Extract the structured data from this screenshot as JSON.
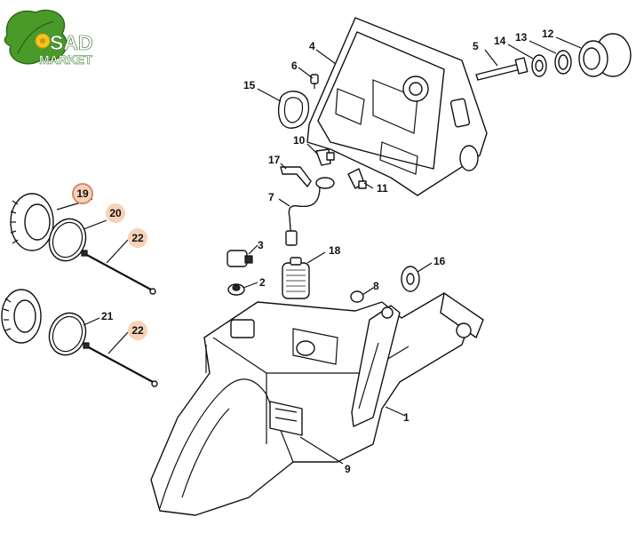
{
  "logo": {
    "line1": "SAD",
    "line2": "MARKET"
  },
  "colors": {
    "highlight_fill": "#f8d2b6",
    "highlight_stroke": "#d9896a",
    "logo_green": "#4a9a2a",
    "logo_dark": "#2f6b1c",
    "logo_yellow": "#f3c51d"
  },
  "callouts": [
    {
      "id": "1",
      "text": "1",
      "highlighted": false
    },
    {
      "id": "2",
      "text": "2",
      "highlighted": false
    },
    {
      "id": "3",
      "text": "3",
      "highlighted": false
    },
    {
      "id": "4",
      "text": "4",
      "highlighted": false
    },
    {
      "id": "5",
      "text": "5",
      "highlighted": false
    },
    {
      "id": "6",
      "text": "6",
      "highlighted": false
    },
    {
      "id": "7",
      "text": "7",
      "highlighted": false
    },
    {
      "id": "8",
      "text": "8",
      "highlighted": false
    },
    {
      "id": "9",
      "text": "9",
      "highlighted": false
    },
    {
      "id": "10",
      "text": "10",
      "highlighted": false
    },
    {
      "id": "11",
      "text": "11",
      "highlighted": false
    },
    {
      "id": "12",
      "text": "12",
      "highlighted": false
    },
    {
      "id": "13",
      "text": "13",
      "highlighted": false
    },
    {
      "id": "14",
      "text": "14",
      "highlighted": false
    },
    {
      "id": "15",
      "text": "15",
      "highlighted": false
    },
    {
      "id": "16",
      "text": "16",
      "highlighted": false
    },
    {
      "id": "17",
      "text": "17",
      "highlighted": false
    },
    {
      "id": "18",
      "text": "18",
      "highlighted": false
    },
    {
      "id": "19",
      "text": "19",
      "highlighted": true,
      "ring": true
    },
    {
      "id": "20",
      "text": "20",
      "highlighted": true
    },
    {
      "id": "21",
      "text": "21",
      "highlighted": false
    },
    {
      "id": "22a",
      "text": "22",
      "highlighted": true
    },
    {
      "id": "22b",
      "text": "22",
      "highlighted": true
    }
  ]
}
